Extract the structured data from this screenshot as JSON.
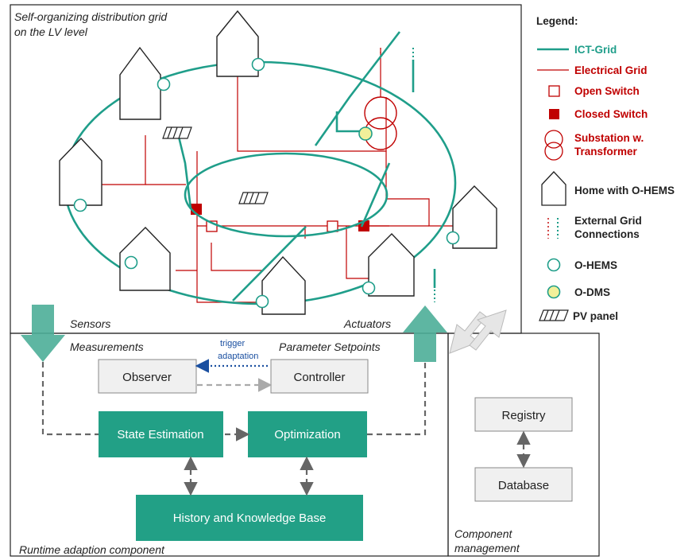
{
  "top_panel": {
    "title_line1": "Self-organizing distribution grid",
    "title_line2": "on the LV level"
  },
  "legend": {
    "title": "Legend:",
    "items": [
      {
        "label": "ICT-Grid",
        "color": "#1f9e8a",
        "icon": "ict-line-icon"
      },
      {
        "label": "Electrical Grid",
        "color": "#c00000",
        "icon": "electrical-line-icon"
      },
      {
        "label": "Open Switch",
        "color": "#c00000",
        "icon": "open-switch-icon"
      },
      {
        "label": "Closed Switch",
        "color": "#c00000",
        "icon": "closed-switch-icon"
      },
      {
        "label": "Substation w.",
        "label2": "Transformer",
        "color": "#c00000",
        "icon": "transformer-icon"
      },
      {
        "label": "Home with O-HEMS",
        "color": "#222222",
        "icon": "home-icon"
      },
      {
        "label": "External Grid",
        "label2": "Connections",
        "color": "#222222",
        "icon": "external-connection-icon"
      },
      {
        "label": "O-HEMS",
        "color": "#222222",
        "icon": "ohems-circle-icon"
      },
      {
        "label": "O-DMS",
        "color": "#222222",
        "icon": "odms-circle-icon"
      },
      {
        "label": "PV panel",
        "color": "#222222",
        "icon": "pv-panel-icon"
      }
    ]
  },
  "runtime": {
    "sensors": "Sensors",
    "actuators": "Actuators",
    "measurements": "Measurements",
    "parameter_setpoints": "Parameter Setpoints",
    "trigger_line1": "trigger",
    "trigger_line2": "adaptation",
    "observer": "Observer",
    "controller": "Controller",
    "state_estimation": "State Estimation",
    "optimization": "Optimization",
    "history": "History and Knowledge Base",
    "caption": "Runtime adaption component"
  },
  "component_mgmt": {
    "registry": "Registry",
    "database": "Database",
    "caption_line1": "Component",
    "caption_line2": "management"
  },
  "colors": {
    "teal": "#1f9e8a",
    "red": "#c00000",
    "box_teal": "#22a086",
    "box_grey": "#f0f0f0",
    "odms_yellow": "#f2f09a"
  }
}
